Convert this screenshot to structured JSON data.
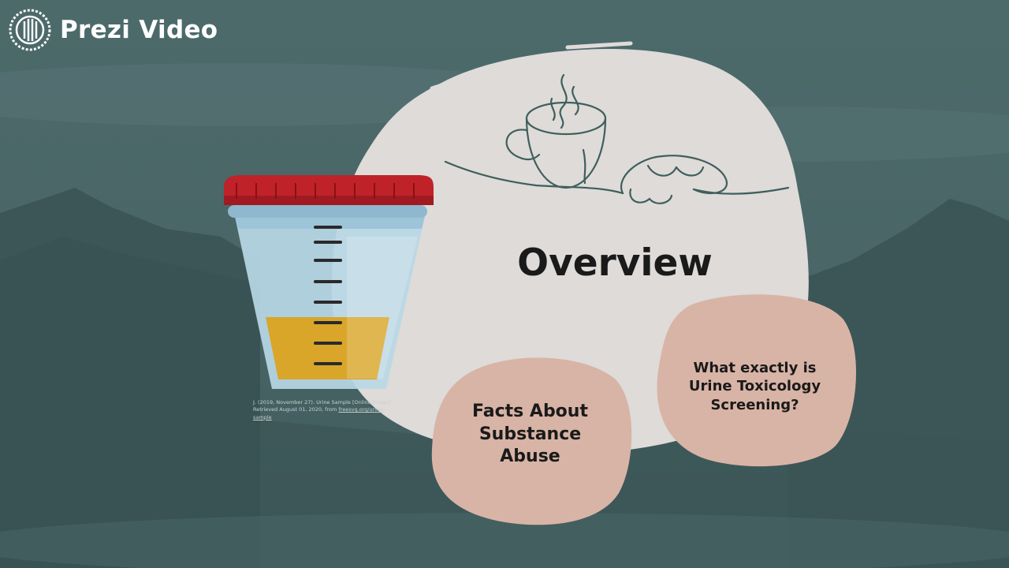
{
  "brand": {
    "name": "Prezi Video",
    "icon": "prezi-logo-icon"
  },
  "slide": {
    "title": "Overview",
    "topics": [
      {
        "label": "Facts About Substance Abuse"
      },
      {
        "label": "What exactly is Urine Toxicology Screening?"
      }
    ],
    "citation": {
      "text": "J. (2019, November 27). Urine Sample [Online image]. Retrieved August 01, 2020, from",
      "link": "freesvg.org/urine-sample"
    }
  },
  "colors": {
    "background": "#4a6667",
    "main_blob": "#dedbd9",
    "topic_blob": "#d8b4a6",
    "cup_lid": "#c0222a",
    "urine": "#d9a62a"
  },
  "icons": [
    "prezi-logo-icon",
    "coffee-cup-illustration",
    "croissant-illustration",
    "urine-sample-cup-illustration"
  ]
}
